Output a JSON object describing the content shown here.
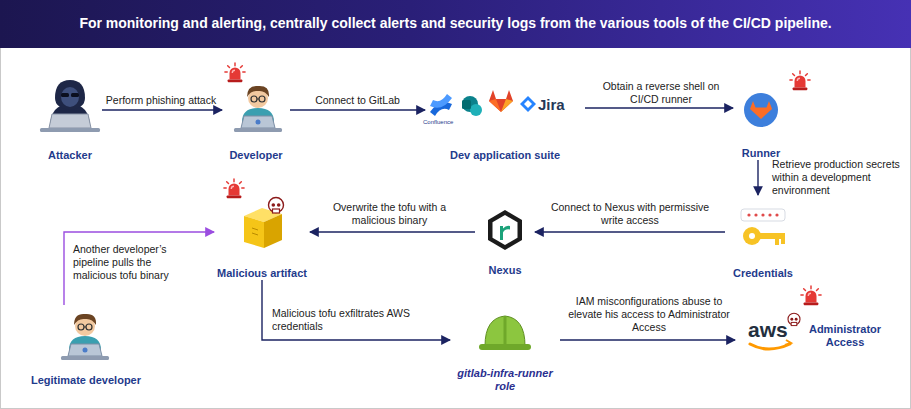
{
  "diagram": {
    "title": "For monitoring and alerting, centrally collect alerts and security logs from the various tools of the CI/CD pipeline.",
    "nodes": [
      {
        "text": [
          "Attacker"
        ]
      },
      {
        "text": [
          "Developer"
        ]
      },
      {
        "text": [
          "Dev application suite"
        ]
      },
      {
        "text": [
          "Runner"
        ]
      },
      {
        "text": [
          "Credentials"
        ]
      },
      {
        "text": [
          "Nexus"
        ]
      },
      {
        "text": [
          "Malicious artifact"
        ]
      },
      {
        "text": [
          "Legitimate developer"
        ]
      },
      {
        "text": [
          "gitlab-infra-runner role"
        ]
      },
      {
        "text": [
          "Administrator Access"
        ]
      }
    ],
    "edges": [
      {
        "from": 0,
        "to": 1,
        "label": "Perform phishing attack",
        "arrow": "to"
      },
      {
        "from": 1,
        "to": 2,
        "label": "Connect to GitLab",
        "arrow": "to"
      },
      {
        "from": 2,
        "to": 3,
        "label": "Obtain a reverse shell on CI/CD runner",
        "arrow": "to"
      },
      {
        "from": 3,
        "to": 4,
        "label": "Retrieve production secrets within a development environment",
        "arrow": "to"
      },
      {
        "from": 4,
        "to": 5,
        "label": "Connect to Nexus with permissive write access",
        "arrow": "to"
      },
      {
        "from": 5,
        "to": 6,
        "label": "Overwrite the tofu with a malicious binary",
        "arrow": "to"
      },
      {
        "from": 7,
        "to": 6,
        "label": "Another developer’s pipeline pulls the malicious tofu binary",
        "arrow": "to"
      },
      {
        "from": 6,
        "to": 8,
        "label": "Malicious tofu exfiltrates AWS credentials",
        "arrow": "to"
      },
      {
        "from": 8,
        "to": 9,
        "label": "IAM misconfigurations abuse to elevate his access to Administrator Access",
        "arrow": "to"
      }
    ],
    "labels": [
      "Confluence",
      "Jira",
      "aws"
    ]
  }
}
